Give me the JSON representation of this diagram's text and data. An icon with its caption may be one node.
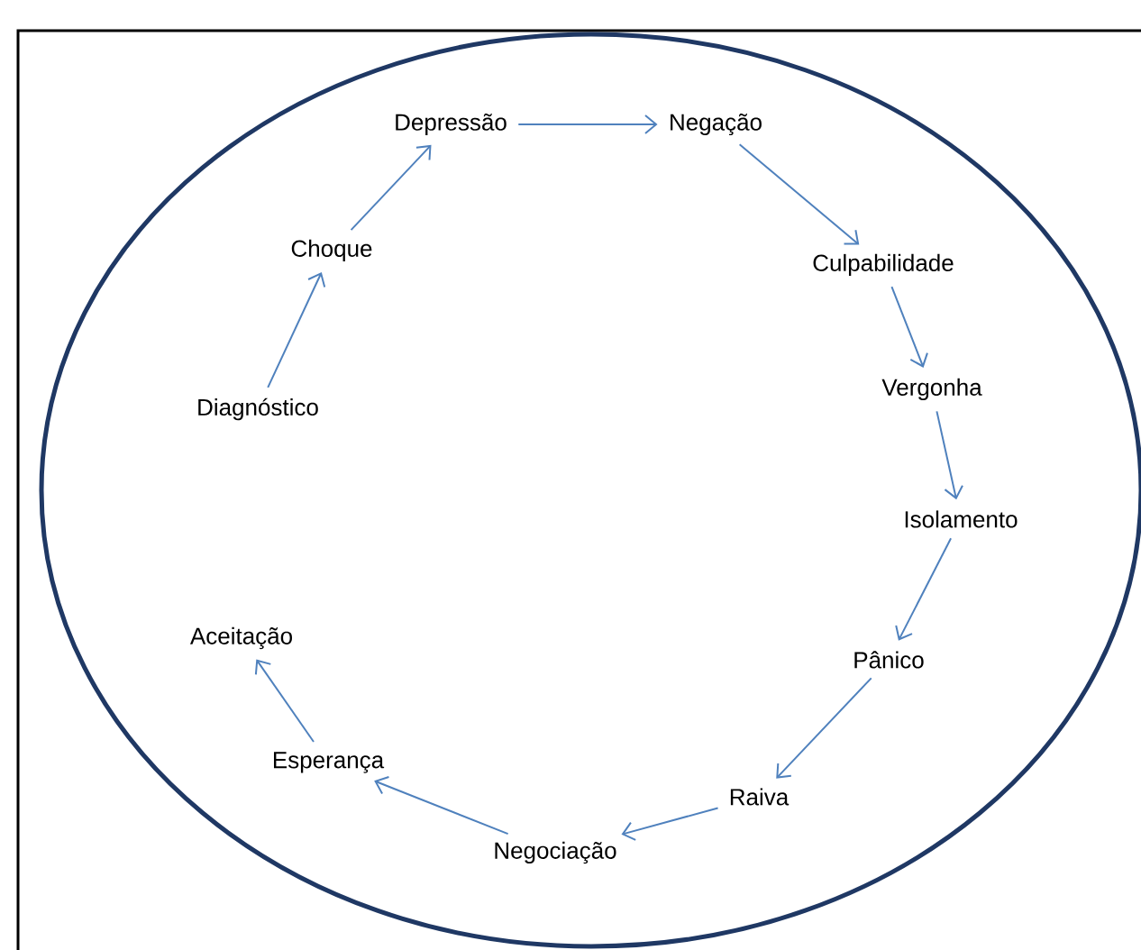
{
  "diagram": {
    "nodes": [
      {
        "text": [
          "Diagnóstico"
        ]
      },
      {
        "text": [
          "Choque"
        ]
      },
      {
        "text": [
          "Depressão"
        ]
      },
      {
        "text": [
          "Negação"
        ]
      },
      {
        "text": [
          "Culpabilidade"
        ]
      },
      {
        "text": [
          "Vergonha"
        ]
      },
      {
        "text": [
          "Isolamento"
        ]
      },
      {
        "text": [
          "Pânico"
        ]
      },
      {
        "text": [
          "Raiva"
        ]
      },
      {
        "text": [
          "Negociação"
        ]
      },
      {
        "text": [
          "Esperança"
        ]
      },
      {
        "text": [
          "Aceitação"
        ]
      }
    ],
    "edges": [
      {
        "from": 0,
        "to": 1,
        "arrow": "to"
      },
      {
        "from": 1,
        "to": 2,
        "arrow": "to"
      },
      {
        "from": 2,
        "to": 3,
        "arrow": "to"
      },
      {
        "from": 3,
        "to": 4,
        "arrow": "to"
      },
      {
        "from": 4,
        "to": 5,
        "arrow": "to"
      },
      {
        "from": 5,
        "to": 6,
        "arrow": "to"
      },
      {
        "from": 6,
        "to": 7,
        "arrow": "to"
      },
      {
        "from": 7,
        "to": 8,
        "arrow": "to"
      },
      {
        "from": 8,
        "to": 9,
        "arrow": "to"
      },
      {
        "from": 9,
        "to": 10,
        "arrow": "to"
      },
      {
        "from": 10,
        "to": 11,
        "arrow": "to"
      }
    ]
  }
}
